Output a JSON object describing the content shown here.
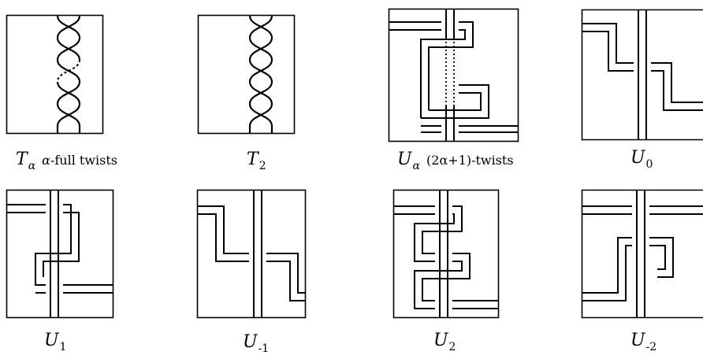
{
  "tiles": [
    {
      "id": "T_alpha",
      "main": "T",
      "sub": "α",
      "rest_var": "α",
      "rest": "-full twists"
    },
    {
      "id": "T_2",
      "main": "T",
      "sub": "2",
      "rest_var": "",
      "rest": ""
    },
    {
      "id": "U_alpha",
      "main": "U",
      "sub": "α",
      "rest_var": "",
      "rest": "(2α+1)-twists"
    },
    {
      "id": "U_0",
      "main": "U",
      "sub": "0",
      "rest_var": "",
      "rest": ""
    },
    {
      "id": "U_1",
      "main": "U",
      "sub": "1",
      "rest_var": "",
      "rest": ""
    },
    {
      "id": "U_-1",
      "main": "U",
      "sub": "-1",
      "rest_var": "",
      "rest": ""
    },
    {
      "id": "U_2",
      "main": "U",
      "sub": "2",
      "rest_var": "",
      "rest": ""
    },
    {
      "id": "U_-2",
      "main": "U",
      "sub": "-2",
      "rest_var": "",
      "rest": ""
    }
  ]
}
